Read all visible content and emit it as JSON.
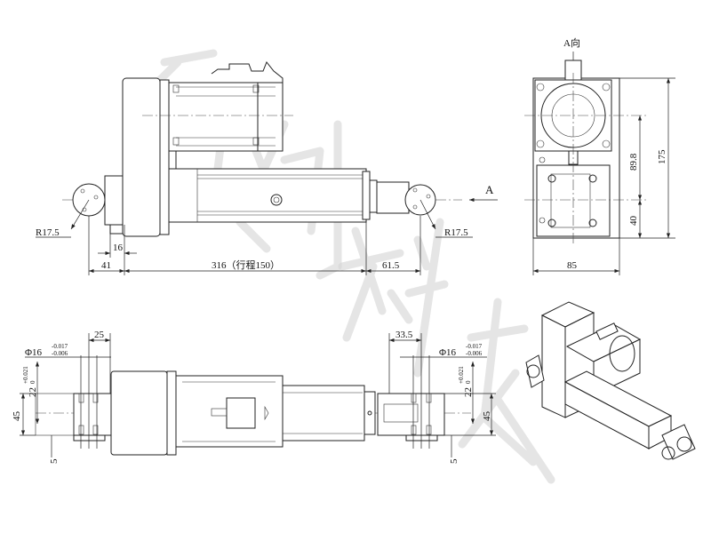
{
  "watermark": "冠创科技",
  "front_view": {
    "rear_radius": "R17.5",
    "rod_radius": "R17.5",
    "dim_16": "16",
    "dim_41": "41",
    "dim_316": "316（行程150）",
    "dim_61_5": "61.5",
    "view_arrow_label": "A"
  },
  "side_view": {
    "title": "A向",
    "dim_89_8": "89.8",
    "dim_175": "175",
    "dim_40": "40",
    "dim_85": "85"
  },
  "bottom_view": {
    "left": {
      "dim_25": "25",
      "pin_dia": "Φ16",
      "pin_tol_upper": "-0.017",
      "pin_tol_lower": "-0.006",
      "slot": "22",
      "slot_tol_upper": "+0.021",
      "slot_tol_lower": "0",
      "dim_45": "45",
      "dim_5": "5"
    },
    "right": {
      "dim_33_5": "33.5",
      "pin_dia": "Φ16",
      "pin_tol_upper": "-0.017",
      "pin_tol_lower": "-0.006",
      "slot": "22",
      "slot_tol_upper": "+0.021",
      "slot_tol_lower": "0",
      "dim_45": "45",
      "dim_5": "5"
    }
  }
}
